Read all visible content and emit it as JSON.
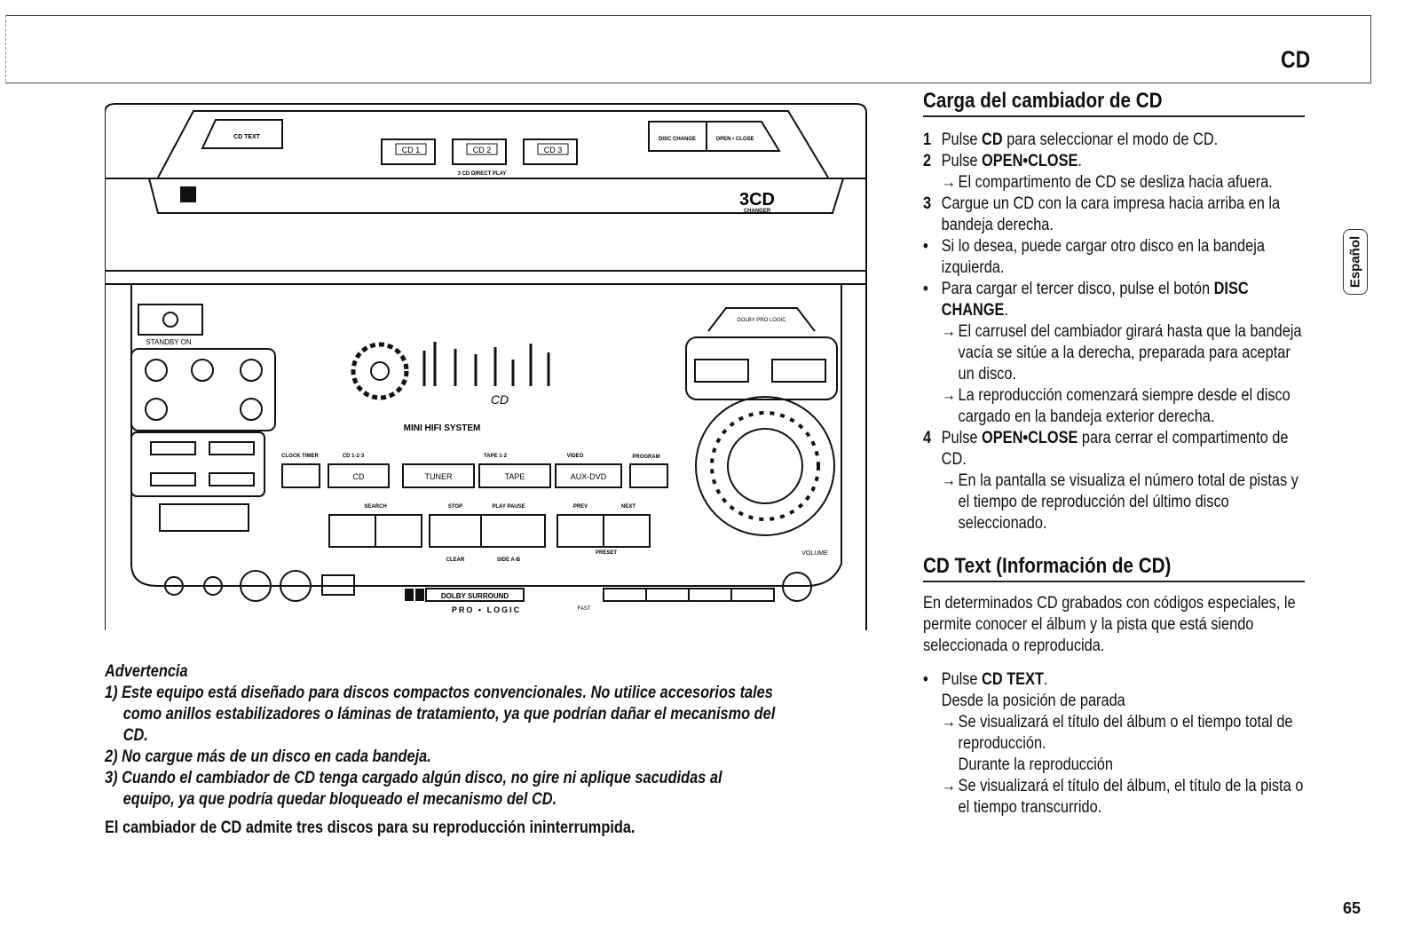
{
  "header": {
    "section": "CD"
  },
  "side_tab": "Español",
  "illustration": {
    "labels": {
      "cd_text": "CD TEXT",
      "cd1": "CD 1",
      "cd2": "CD 2",
      "cd3": "CD 3",
      "direct_play": "3 CD DIRECT PLAY",
      "disc_change": "DISC CHANGE",
      "open_close": "OPEN • CLOSE",
      "changer_logo": "3CD",
      "changer_sub": "CHANGER",
      "standby": "STANDBY ON",
      "mini_hifi": "MINI HIFI SYSTEM",
      "dolby_pro_logic": "DOLBY PRO LOGIC",
      "cd_tab": "CD",
      "tuner": "TUNER",
      "tape": "TAPE",
      "aux_dvd": "AUX-DVD",
      "clock_timer": "CLOCK TIMER",
      "cd123": "CD 1·2·3",
      "tape12": "TAPE 1·2",
      "video": "VIDEO",
      "program": "PROGRAM",
      "search": "SEARCH",
      "stop": "STOP",
      "play_pause": "PLAY PAUSE",
      "prev": "PREV",
      "next": "NEXT",
      "clear": "CLEAR",
      "side_ab": "SIDE A-B",
      "preset": "PRESET",
      "volume": "VOLUME",
      "dolby_surround": "DOLBY SURROUND",
      "pro_logic": "PRO • LOGIC",
      "fast": "FAST",
      "display_cd": "CD"
    }
  },
  "warning": {
    "title": "Advertencia",
    "items": [
      "1) Este equipo está diseñado para discos compactos convencionales. No utilice accesorios tales como anillos estabilizadores o láminas de tratamiento, ya que podrían dañar el mecanismo del CD.",
      "2) No cargue más de un disco en cada bandeja.",
      "3) Cuando el cambiador de CD tenga cargado algún disco, no gire ni aplique sacudidas al equipo, ya que podría quedar bloqueado el mecanismo del CD."
    ],
    "summary": "El cambiador de CD admite tres discos para su reproducción ininterrumpida."
  },
  "loading": {
    "heading": "Carga del cambiador de CD",
    "s1_num": "1",
    "s1_a": "Pulse ",
    "s1_b": "CD",
    "s1_c": " para seleccionar el modo de CD.",
    "s2_num": "2",
    "s2_a": "Pulse ",
    "s2_b": "OPEN•CLOSE",
    "s2_note": "El compartimento de CD se desliza hacia afuera.",
    "s3_num": "3",
    "s3_text": "Cargue un CD con la cara impresa hacia arriba en la bandeja derecha.",
    "bullet1": "Si lo desea, puede cargar otro disco en la bandeja izquierda.",
    "bullet2_a": "Para cargar el tercer disco, pulse el botón ",
    "bullet2_b": "DISC CHANGE",
    "b2_note1": "El carrusel del cambiador girará hasta que la bandeja vacía se sitúe a la derecha, preparada para aceptar un disco.",
    "b2_note2": "La reproducción comenzará siempre desde el disco cargado en la bandeja exterior derecha.",
    "s4_num": "4",
    "s4_a": "Pulse ",
    "s4_b": "OPEN•CLOSE",
    "s4_c": " para cerrar el compartimento de CD.",
    "s4_note": "En la pantalla se visualiza el número total de pistas y el tiempo de reproducción del último disco seleccionado."
  },
  "cdtext": {
    "heading": "CD Text (Información de CD)",
    "intro": "En determinados CD grabados con códigos especiales, le permite conocer el álbum y la pista que está siendo seleccionada o reproducida.",
    "bullet_a": "Pulse ",
    "bullet_b": "CD TEXT",
    "from_stop": "Desde la posición de parada",
    "note1": "Se visualizará el título del álbum o el tiempo total de reproducción.",
    "during": "Durante la reproducción",
    "note2": "Se visualizará el título del álbum, el título de la pista o el tiempo transcurrido."
  },
  "page_number": "65"
}
